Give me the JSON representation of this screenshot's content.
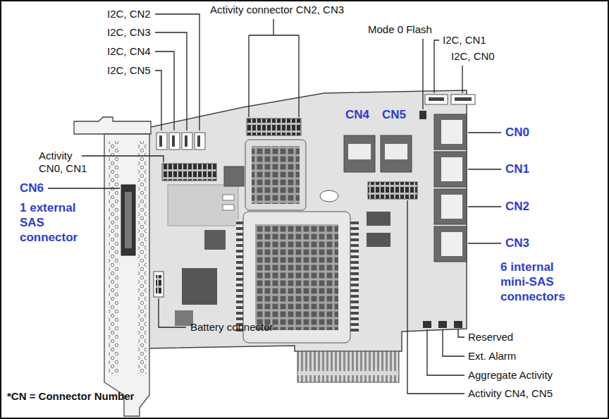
{
  "diagram": {
    "labels": [
      "I2C, CN2",
      "I2C, CN3",
      "I2C, CN4",
      "I2C, CN5",
      "Activity connector CN2, CN3",
      "Mode 0 Flash",
      "I2C, CN1",
      "I2C, CN0",
      "CN4",
      "CN5",
      "Activity CN0, CN1",
      "CN0",
      "CN1",
      "CN2",
      "CN3",
      "CN6",
      "1 external SAS connector",
      "6 internal mini-SAS connectors",
      "Reserved",
      "Ext. Alarm",
      "Aggregate Activity",
      "Battery connector",
      "Activity CN4, CN5",
      "*CN = Connector Number"
    ]
  }
}
